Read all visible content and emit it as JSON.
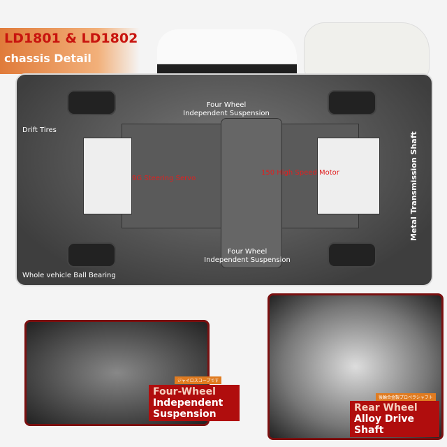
{
  "header": {
    "title": "LD1801 & LD1802",
    "subtitle": "chassis Detail"
  },
  "diagram": {
    "labels": {
      "suspension_top": "Four Wheel\nIndependent Suspension",
      "drift_tires": "Drift Tires",
      "steering_servo": "9G Steering Servo",
      "motor": "150 High Speed Motor",
      "transmission_shaft": "Metal Transmission  Shaft",
      "suspension_bottom": "Four Wheel\nIndependent Suspension",
      "bearing": "Whole vehicle Ball Bearing"
    }
  },
  "callouts": [
    {
      "jp": "ジャイロスコープです",
      "lines": [
        "Four-Wheel",
        "Independent",
        "Suspension"
      ]
    },
    {
      "jp": "後輪合金製プロペラシャフト",
      "lines": [
        "Rear Wheel",
        "Alloy Drive",
        "Shaft"
      ]
    }
  ],
  "colors": {
    "accent": "#c8140e",
    "orange": "#e07b3a"
  }
}
